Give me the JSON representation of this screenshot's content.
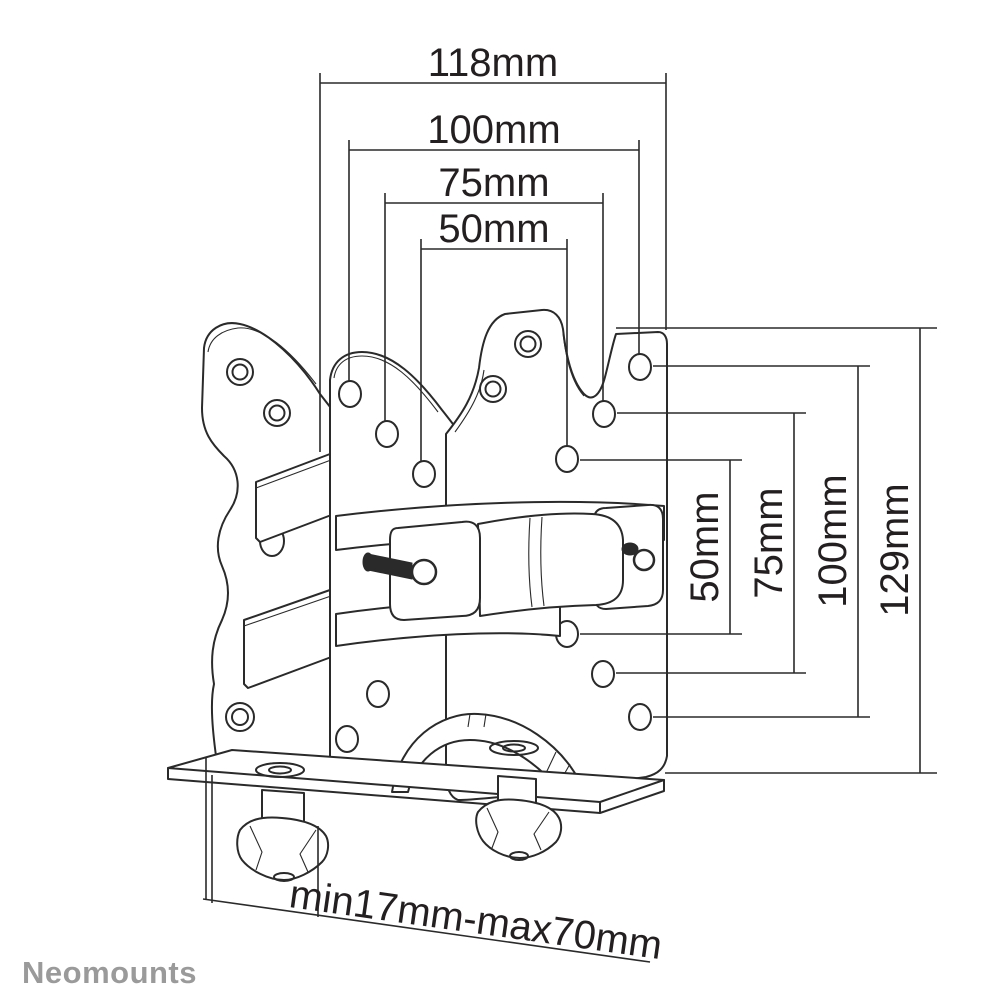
{
  "brand": {
    "logo_text": "Neomounts"
  },
  "colors": {
    "line": "#2a2a2a",
    "label_text": "#231f20",
    "brand_gray": "#9a9a9a",
    "background": "#ffffff"
  },
  "diagram": {
    "kind": "product-dimension-drawing",
    "subject": "VESA mount adapter bracket with clamp and thumbscrew knobs",
    "dimensions": {
      "top_widths": [
        {
          "label": "118mm",
          "value_mm": 118
        },
        {
          "label": "100mm",
          "value_mm": 100
        },
        {
          "label": "75mm",
          "value_mm": 75
        },
        {
          "label": "50mm",
          "value_mm": 50
        }
      ],
      "right_heights": [
        {
          "label": "50mm",
          "value_mm": 50
        },
        {
          "label": "75mm",
          "value_mm": 75
        },
        {
          "label": "100mm",
          "value_mm": 100
        },
        {
          "label": "129mm",
          "value_mm": 129
        }
      ],
      "bottom_range": {
        "label": "min17mm-max70mm",
        "min_mm": 17,
        "max_mm": 70
      }
    }
  }
}
